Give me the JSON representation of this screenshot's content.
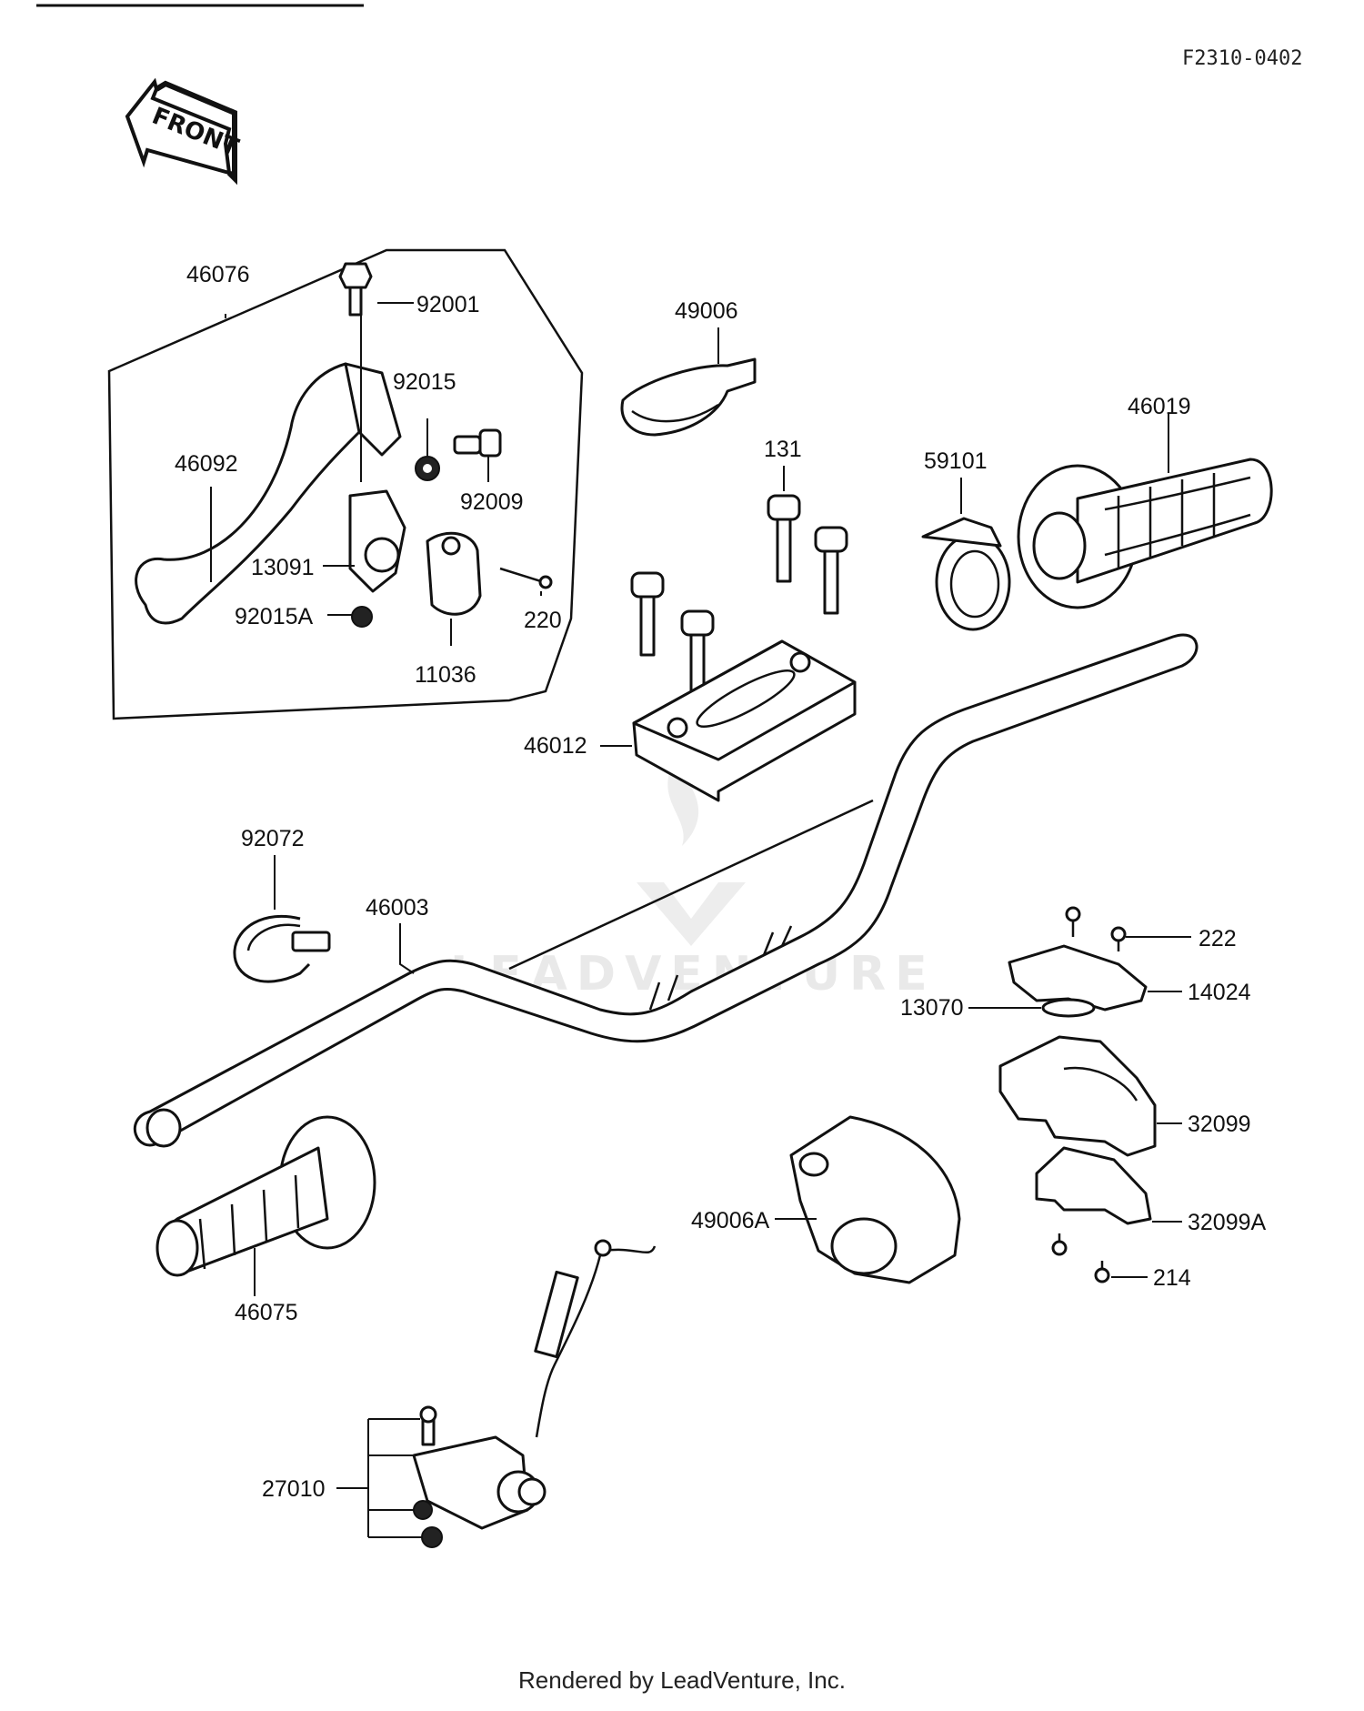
{
  "diagram_code": "F2310-0402",
  "front_label": "FRONT",
  "footer": "Rendered by LeadVenture, Inc.",
  "watermark": "LEADVENTURE",
  "parts": [
    {
      "id": "46076",
      "label": "46076"
    },
    {
      "id": "92001",
      "label": "92001"
    },
    {
      "id": "92015",
      "label": "92015"
    },
    {
      "id": "46092",
      "label": "46092"
    },
    {
      "id": "92009",
      "label": "92009"
    },
    {
      "id": "13091",
      "label": "13091"
    },
    {
      "id": "92015A",
      "label": "92015A"
    },
    {
      "id": "220",
      "label": "220"
    },
    {
      "id": "11036",
      "label": "11036"
    },
    {
      "id": "49006",
      "label": "49006"
    },
    {
      "id": "131",
      "label": "131"
    },
    {
      "id": "59101",
      "label": "59101"
    },
    {
      "id": "46019",
      "label": "46019"
    },
    {
      "id": "46012",
      "label": "46012"
    },
    {
      "id": "92072",
      "label": "92072"
    },
    {
      "id": "46003",
      "label": "46003"
    },
    {
      "id": "222",
      "label": "222"
    },
    {
      "id": "14024",
      "label": "14024"
    },
    {
      "id": "13070",
      "label": "13070"
    },
    {
      "id": "32099",
      "label": "32099"
    },
    {
      "id": "49006A",
      "label": "49006A"
    },
    {
      "id": "32099A",
      "label": "32099A"
    },
    {
      "id": "214",
      "label": "214"
    },
    {
      "id": "46075",
      "label": "46075"
    },
    {
      "id": "27010",
      "label": "27010"
    }
  ]
}
